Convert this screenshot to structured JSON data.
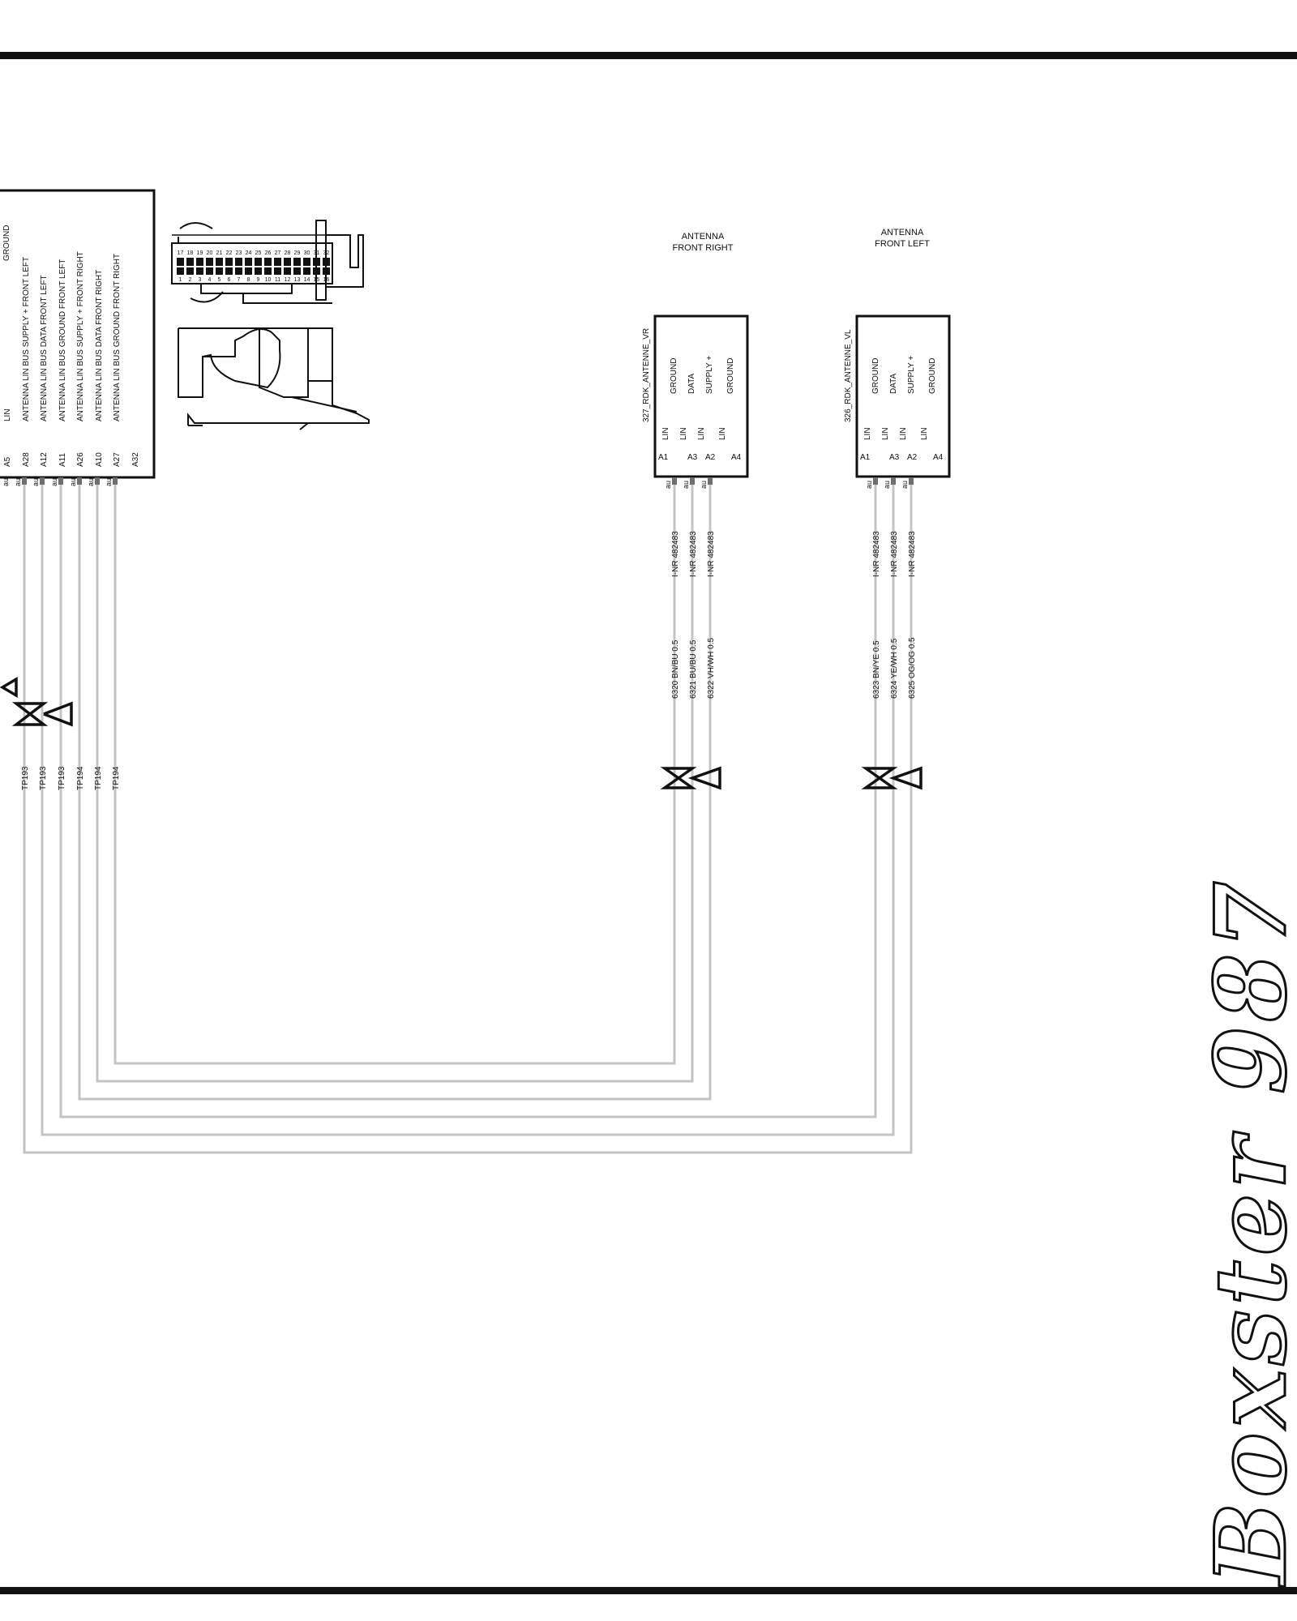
{
  "colors": {
    "wire": "#c4c4c4",
    "ink": "#111111",
    "pin": "#6f6f6f"
  },
  "left_module": {
    "rows": [
      {
        "pin": "A5",
        "function": "LIN"
      },
      {
        "pin": "A28",
        "function": "ANTENNA   LIN BUS  SUPPLY + FRONT LEFT"
      },
      {
        "pin": "A12",
        "function": "ANTENNA   LIN BUS  DATA FRONT LEFT"
      },
      {
        "pin": "A11",
        "function": "ANTENNA   LIN BUS  GROUND FRONT LEFT"
      },
      {
        "pin": "A26",
        "function": "ANTENNA   LIN BUS  SUPPLY + FRONT RIGHT"
      },
      {
        "pin": "A10",
        "function": "ANTENNA   LIN BUS  DATA  FRONT RIGHT"
      },
      {
        "pin": "A27",
        "function": "ANTENNA   LIN BUS  GROUND FRONT RIGHT"
      },
      {
        "pin": "A32",
        "function": ""
      }
    ],
    "top_label": "GROUND",
    "terminal_mark": "au",
    "tp_labels": [
      "TP193",
      "TP193",
      "TP193",
      "TP194",
      "TP194",
      "TP194"
    ]
  },
  "connector": {
    "top_numbers": [
      "17",
      "18",
      "19",
      "20",
      "21",
      "22",
      "23",
      "24",
      "25",
      "26",
      "27",
      "28",
      "29",
      "30",
      "31",
      "32"
    ],
    "bottom_numbers": [
      "1",
      "2",
      "3",
      "4",
      "5",
      "6",
      "7",
      "8",
      "9",
      "10",
      "11",
      "12",
      "13",
      "14",
      "15",
      "16"
    ]
  },
  "antenna_right": {
    "title_line1": "ANTENNA",
    "title_line2": "FRONT RIGHT",
    "id": "327_RDK_ANTENNE_VR",
    "functions": [
      "GROUND",
      "DATA",
      "SUPPLY +",
      "GROUND"
    ],
    "lin": [
      "LIN",
      "LIN",
      "LIN",
      "LIN"
    ],
    "pins": [
      "A1",
      "A3",
      "A2",
      "A4"
    ],
    "terminal_mark": "au",
    "wire_refs": [
      "I-NR 482483",
      "I-NR 482483",
      "I-NR 482483"
    ],
    "wires": [
      "6320 BN/BU 0.5",
      "6321 BU/BU 0.5",
      "6322 VH/WH 0.5"
    ]
  },
  "antenna_left": {
    "title_line1": "ANTENNA",
    "title_line2": "FRONT LEFT",
    "id": "326_RDK_ANTENNE_VL",
    "functions": [
      "GROUND",
      "DATA",
      "SUPPLY +",
      "GROUND"
    ],
    "lin": [
      "LIN",
      "LIN",
      "LIN",
      "LIN"
    ],
    "pins": [
      "A1",
      "A3",
      "A2",
      "A4"
    ],
    "terminal_mark": "au",
    "wire_refs": [
      "I-NR 482483",
      "I-NR 482483",
      "I-NR 482483"
    ],
    "wires": [
      "6323 BN/YE 0.5",
      "6324 YE/WH 0.5",
      "6325 OG/OG 0.5"
    ]
  },
  "brand": "Boxster 987"
}
